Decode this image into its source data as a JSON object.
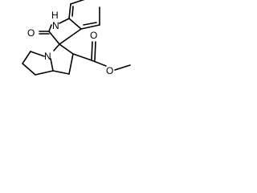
{
  "colors": {
    "background": "#ffffff",
    "bond": "#000000",
    "label": "#000000"
  },
  "atoms": {
    "lactam_nh": "H",
    "lactam_n": "N",
    "lactam_o": "O",
    "pyrrolizidine_n": "N",
    "ester_carbonyl_o": "O",
    "ester_ether_o": "O"
  }
}
